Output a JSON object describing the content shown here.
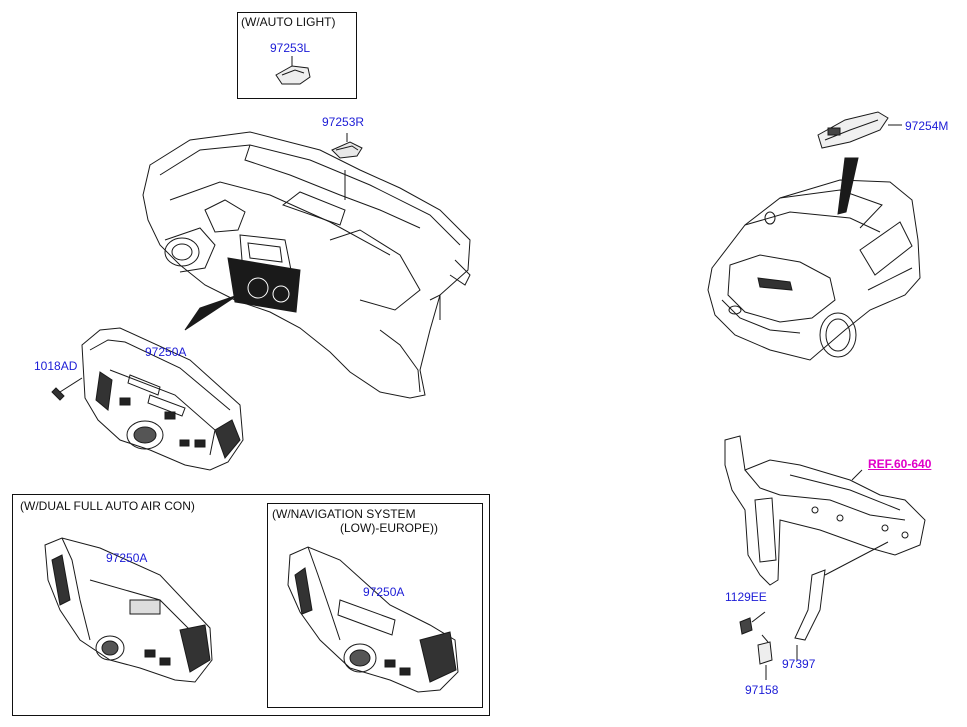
{
  "colors": {
    "part_label": "#1c1cd6",
    "reference_label": "#e000c8",
    "line_art": "#1a1a1a"
  },
  "boxes": {
    "auto_light_title": "(W/AUTO LIGHT)",
    "dual_air_title": "(W/DUAL FULL AUTO AIR CON)",
    "nav_title_line1": "(W/NAVIGATION SYSTEM",
    "nav_title_line2": "(LOW)-EUROPE))"
  },
  "parts": {
    "auto_light_sensor": "97253L",
    "photo_sensor_right": "97253R",
    "sensor_bracket_top": "97254M",
    "bolt": "1018AD",
    "control_main": "97250A",
    "control_dual": "97250A",
    "control_nav": "97250A",
    "bolt_front": "1129EE",
    "sensor_front": "97397",
    "ambient_sensor": "97158"
  },
  "reference": {
    "label": "REF.60-640"
  }
}
